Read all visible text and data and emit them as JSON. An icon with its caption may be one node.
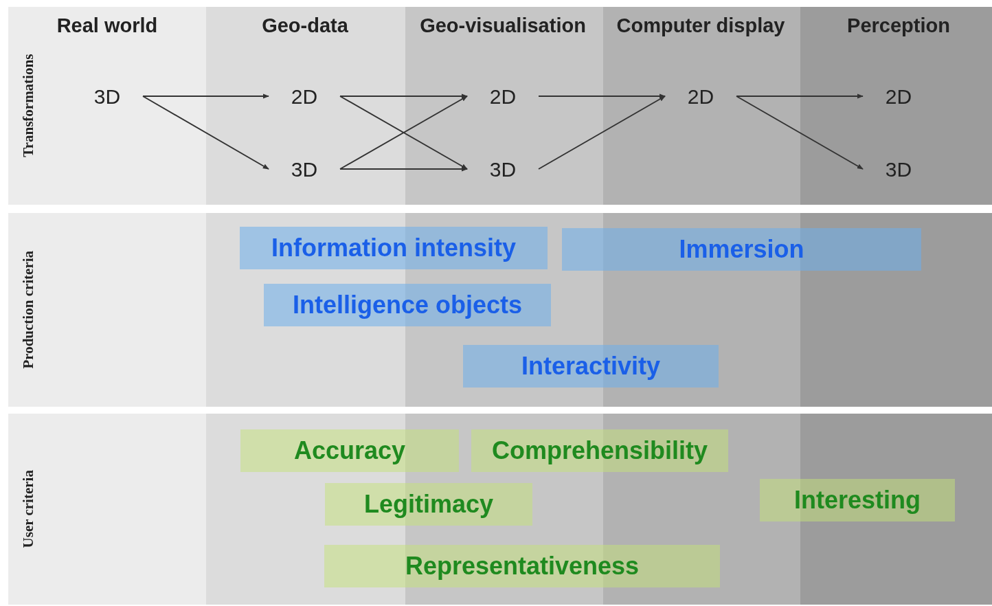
{
  "diagram": {
    "nodes": [
      {
        "text": [
          "3D"
        ]
      },
      {
        "text": [
          "2D"
        ]
      },
      {
        "text": [
          "3D"
        ]
      },
      {
        "text": [
          "2D"
        ]
      },
      {
        "text": [
          "3D"
        ]
      },
      {
        "text": [
          "2D"
        ]
      },
      {
        "text": [
          "2D"
        ]
      },
      {
        "text": [
          "3D"
        ]
      },
      {
        "text": [
          "Information intensity"
        ]
      },
      {
        "text": [
          "Immersion"
        ]
      },
      {
        "text": [
          "Intelligence objects"
        ]
      },
      {
        "text": [
          "Interactivity"
        ]
      },
      {
        "text": [
          "Accuracy"
        ]
      },
      {
        "text": [
          "Comprehensibility"
        ]
      },
      {
        "text": [
          "Legitimacy"
        ]
      },
      {
        "text": [
          "Interesting"
        ]
      },
      {
        "text": [
          "Representativeness"
        ]
      }
    ],
    "edges": [
      {
        "from": 0,
        "to": 1,
        "arrow": "to"
      },
      {
        "from": 0,
        "to": 2,
        "arrow": "to"
      },
      {
        "from": 1,
        "to": 3,
        "arrow": "to"
      },
      {
        "from": 1,
        "to": 4,
        "arrow": "to"
      },
      {
        "from": 2,
        "to": 3,
        "arrow": "to"
      },
      {
        "from": 2,
        "to": 4,
        "arrow": "to"
      },
      {
        "from": 3,
        "to": 5,
        "arrow": "to"
      },
      {
        "from": 4,
        "to": 5,
        "arrow": "to"
      },
      {
        "from": 5,
        "to": 6,
        "arrow": "to"
      },
      {
        "from": 5,
        "to": 7,
        "arrow": "to"
      }
    ],
    "labels": [
      "Real world",
      "Geo-data",
      "Geo-visualisation",
      "Computer display",
      "Perception",
      "Transformations",
      "Production criteria",
      "User criteria"
    ]
  }
}
